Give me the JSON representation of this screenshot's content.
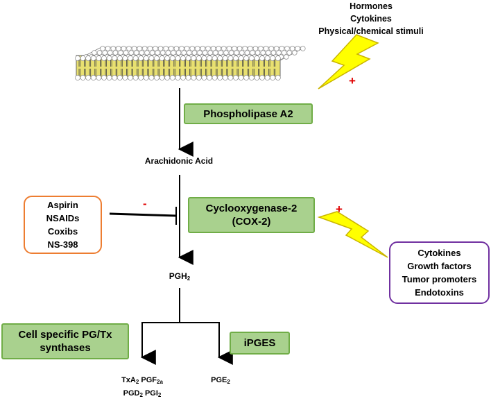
{
  "stimuli_top": [
    "Hormones",
    "Cytokines",
    "Physical/chemical stimuli"
  ],
  "plus_sign": "+",
  "minus_sign": "-",
  "enzyme_pla2": "Phospholipase A2",
  "arachidonic_acid": "Arachidonic Acid",
  "cox2": [
    "Cyclooxygenase-2",
    "(COX-2)"
  ],
  "inhibitors": [
    "Aspirin",
    "NSAIDs",
    "Coxibs",
    "NS-398"
  ],
  "inducers": [
    "Cytokines",
    "Growth factors",
    "Tumor promoters",
    "Endotoxins"
  ],
  "pgh2": {
    "main": "PGH",
    "sub": "2"
  },
  "synthases": [
    "Cell specific PG/Tx",
    "synthases"
  ],
  "ipges": "iPGES",
  "products_left_line1": [
    {
      "main": "TxA",
      "sub": "2"
    },
    {
      "main": "PGF",
      "sub": "2a"
    }
  ],
  "products_left_line2": [
    {
      "main": "PGD",
      "sub": "2"
    },
    {
      "main": "PGI",
      "sub": "2"
    }
  ],
  "product_right": {
    "main": "PGE",
    "sub": "2"
  },
  "colors": {
    "enzyme_fill": "#a9d18e",
    "enzyme_border": "#70ad47",
    "inhibitor_border": "#ed7d31",
    "inducer_border": "#7030a0",
    "lightning_fill": "#ffff00",
    "lightning_stroke": "#c9b400",
    "sign_color": "#e00000",
    "membrane_head": "#ffffff",
    "membrane_tail": "#e8e070"
  },
  "icons": {
    "membrane": "phospholipid-bilayer-icon",
    "lightning": "lightning-bolt-icon"
  }
}
